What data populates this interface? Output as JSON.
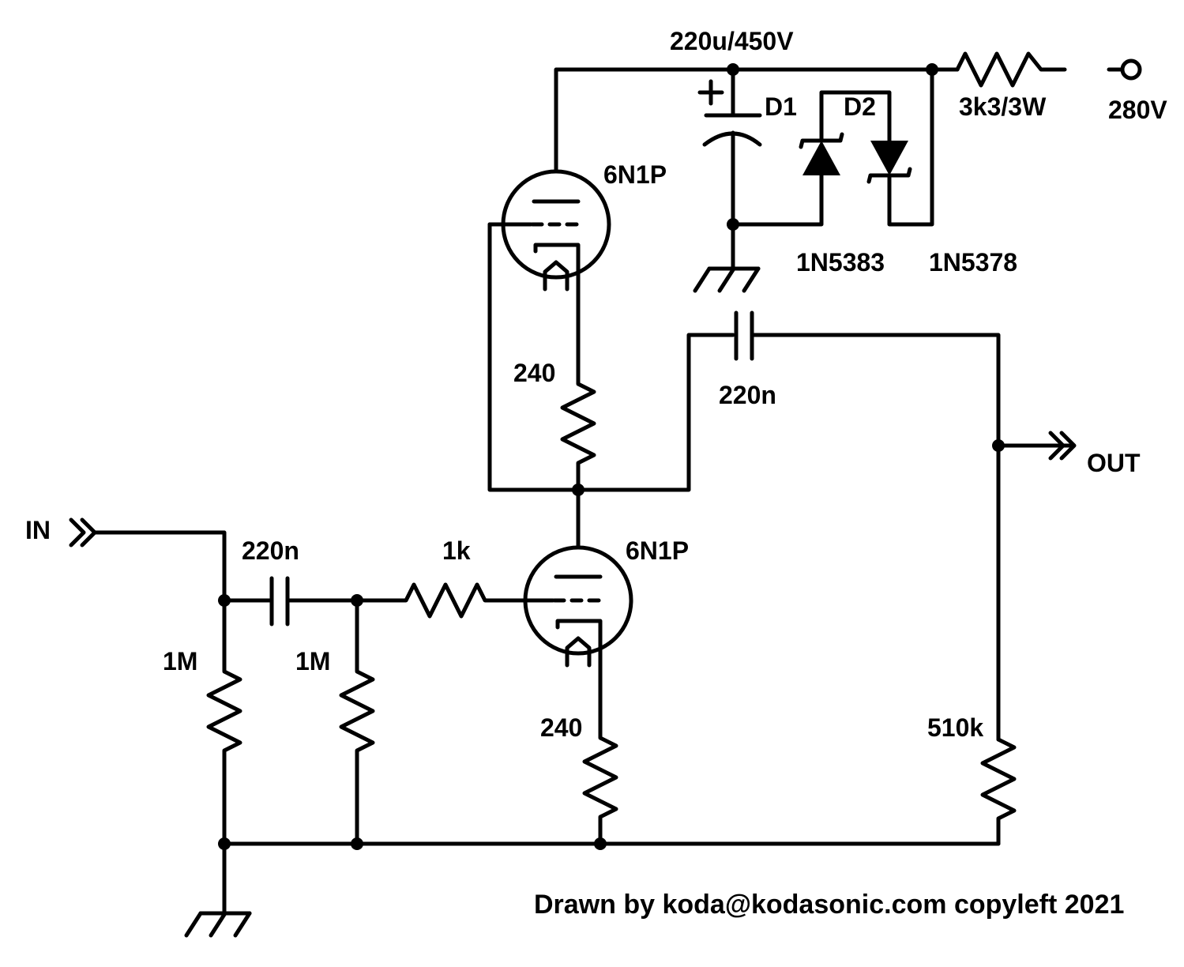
{
  "labels": {
    "cap_filter": "220u/450V",
    "d1": "D1",
    "d2": "D2",
    "r_supply": "3k3/3W",
    "v_supply": "280V",
    "tube_upper": "6N1P",
    "zener_1": "1N5383",
    "zener_2": "1N5378",
    "r_upper_cathode": "240",
    "cap_output": "220n",
    "out": "OUT",
    "in": "IN",
    "cap_input": "220n",
    "r_grid_stop": "1k",
    "tube_lower": "6N1P",
    "r_input_1": "1M",
    "r_input_2": "1M",
    "r_lower_cathode": "240",
    "r_output": "510k",
    "credit": "Drawn by koda@kodasonic.com copyleft 2021"
  }
}
